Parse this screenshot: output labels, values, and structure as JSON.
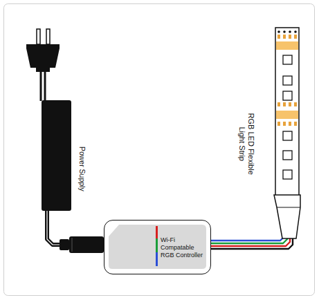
{
  "diagram": {
    "nodes": [
      {
        "text": [
          "Power Supply"
        ]
      },
      {
        "text": [
          "Wi-Fi Compatable RGB Controller"
        ]
      },
      {
        "text": [
          "RGB LED Flexible Light Strip"
        ]
      }
    ],
    "edges": [
      {
        "from": 0,
        "to": 1,
        "arrow": "none"
      },
      {
        "from": 1,
        "to": 2,
        "arrow": "none"
      }
    ]
  }
}
